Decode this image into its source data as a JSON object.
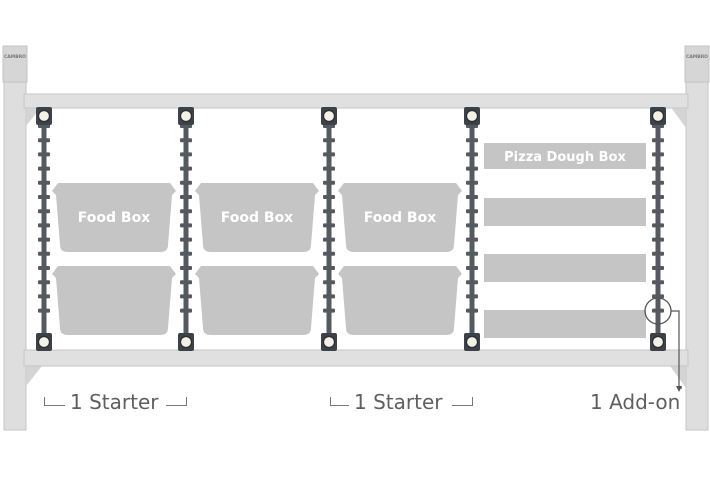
{
  "brand": {
    "left_post": "CAMBRO",
    "right_post": "CAMBRO"
  },
  "columns": [
    {
      "boxes": [
        {
          "label": "Food Box"
        },
        {
          "label": ""
        }
      ]
    },
    {
      "boxes": [
        {
          "label": "Food Box"
        },
        {
          "label": ""
        }
      ]
    },
    {
      "boxes": [
        {
          "label": "Food Box"
        },
        {
          "label": ""
        }
      ]
    }
  ],
  "pizza_column": {
    "boxes": [
      {
        "label": "Pizza Dough Box"
      },
      {
        "label": ""
      },
      {
        "label": ""
      },
      {
        "label": ""
      }
    ]
  },
  "legend": {
    "starter_1": "1 Starter",
    "starter_2": "1 Starter",
    "addon": "1 Add-on"
  },
  "colors": {
    "frame": "#dedede",
    "frame_edge": "#c6c6c6",
    "box": "#c5c5c5",
    "rod": "#555a61",
    "legend_text": "#5f5f5f"
  }
}
